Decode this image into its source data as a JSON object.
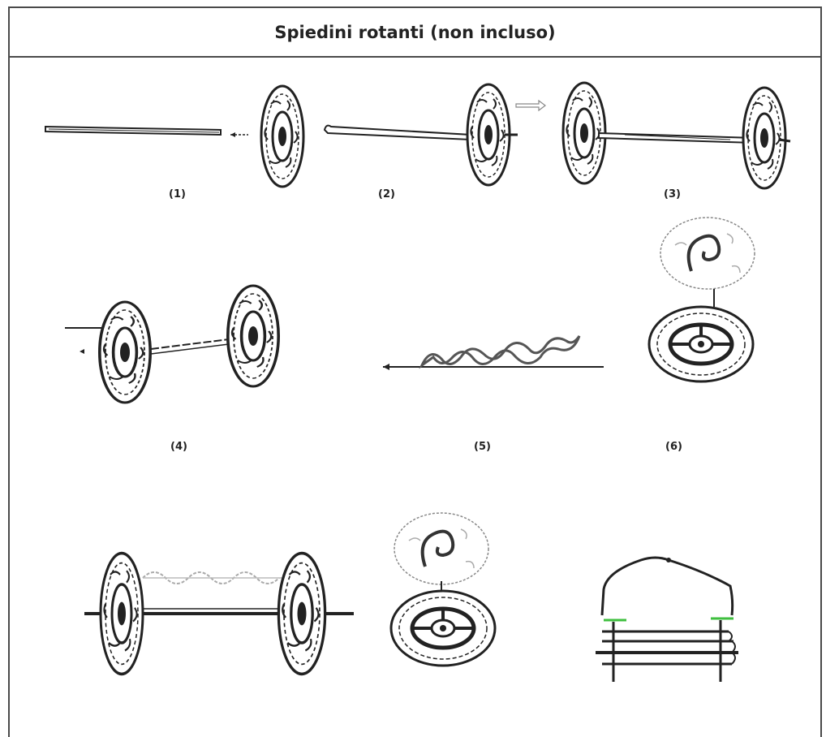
{
  "title": "Spiedini rotanti (non incluso)",
  "steps": [
    "(1)",
    "(2)",
    "(3)",
    "(4)",
    "(5)",
    "(6)"
  ],
  "colors": {
    "border": "#4a4a4a",
    "ink": "#222222",
    "accent": "#3fbf3f"
  }
}
